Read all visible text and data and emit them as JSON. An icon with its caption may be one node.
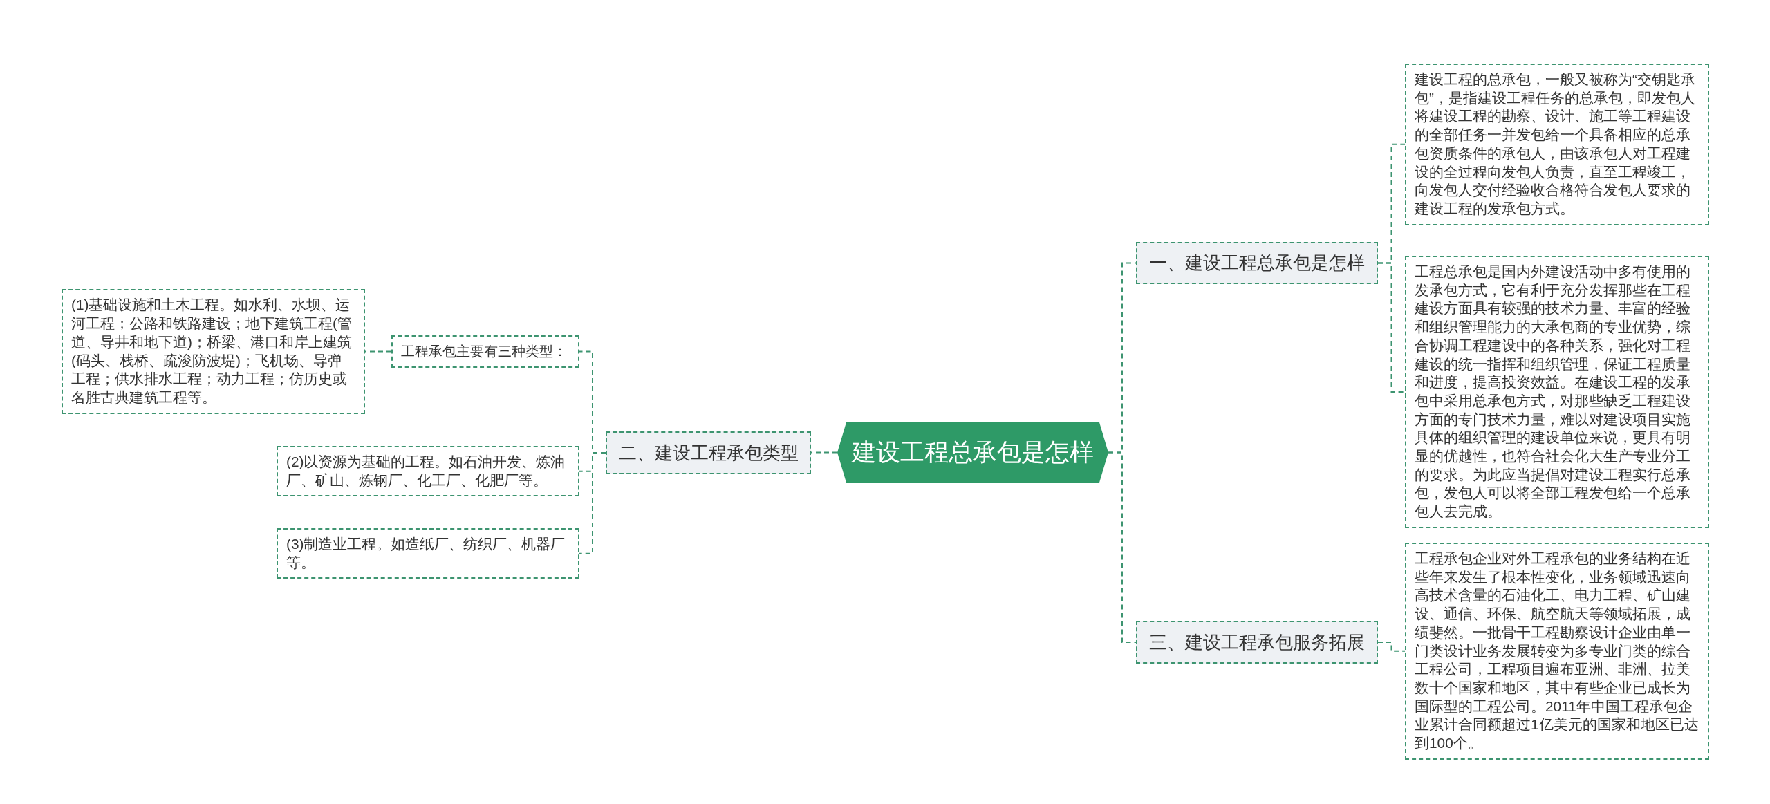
{
  "diagram": {
    "nodes": [
      {
        "text": [
          "建设工程总承包是怎样"
        ]
      },
      {
        "text": [
          "一、建设工程总承包是怎样"
        ]
      },
      {
        "text": [
          "建设工程的总承包，一般又被称为“交钥匙承包”，是指建设工程任务的总承包，即发包人将建设工程的勘察、设计、施工等工程建设的全部任务一并发包给一个具备相应的总承包资质条件的承包人，由该承包人对工程建设的全过程向发包人负责，直至工程竣工，向发包人交付经验收合格符合发包人要求的建设工程的发承包方式。"
        ]
      },
      {
        "text": [
          "工程总承包是国内外建设活动中多有使用的发承包方式，它有利于充分发挥那些在工程建设方面具有较强的技术力量、丰富的经验和组织管理能力的大承包商的专业优势，综合协调工程建设中的各种关系，强化对工程建设的统一指挥和组织管理，保证工程质量和进度，提高投资效益。在建设工程的发承包中采用总承包方式，对那些缺乏工程建设方面的专门技术力量，难以对建设项目实施具体的组织管理的建设单位来说，更具有明显的优越性，也符合社会化大生产专业分工的要求。为此应当提倡对建设工程实行总承包，发包人可以将全部工程发包给一个总承包人去完成。"
        ]
      },
      {
        "text": [
          "三、建设工程承包服务拓展"
        ]
      },
      {
        "text": [
          "工程承包企业对外工程承包的业务结构在近些年来发生了根本性变化，业务领域迅速向高技术含量的石油化工、电力工程、矿山建设、通信、环保、航空航天等领域拓展，成绩斐然。一批骨干工程勘察设计企业由单一门类设计业务发展转变为多专业门类的综合工程公司，工程项目遍布亚洲、非洲、拉美数十个国家和地区，其中有些企业已成长为国际型的工程公司。2011年中国工程承包企业累计合同额超过1亿美元的国家和地区已达到100个。"
        ]
      },
      {
        "text": [
          "二、建设工程承包类型"
        ]
      },
      {
        "text": [
          "工程承包主要有三种类型："
        ]
      },
      {
        "text": [
          "(1)基础设施和土木工程。如水利、水坝、运河工程；公路和铁路建设；地下建筑工程(管道、导井和地下道)；桥梁、港口和岸上建筑(码头、栈桥、疏浚防波堤)；飞机场、导弹工程；供水排水工程；动力工程；仿历史或名胜古典建筑工程等。"
        ]
      },
      {
        "text": [
          "(2)以资源为基础的工程。如石油开发、炼油厂、矿山、炼钢厂、化工厂、化肥厂等。"
        ]
      },
      {
        "text": [
          "(3)制造业工程。如造纸厂、纺织厂、机器厂等。"
        ]
      }
    ],
    "edges": [
      {
        "from": 0,
        "to": 1,
        "arrow": "none"
      },
      {
        "from": 1,
        "to": 2,
        "arrow": "none"
      },
      {
        "from": 1,
        "to": 3,
        "arrow": "none"
      },
      {
        "from": 0,
        "to": 4,
        "arrow": "none"
      },
      {
        "from": 4,
        "to": 5,
        "arrow": "none"
      },
      {
        "from": 0,
        "to": 6,
        "arrow": "none"
      },
      {
        "from": 6,
        "to": 7,
        "arrow": "none"
      },
      {
        "from": 7,
        "to": 8,
        "arrow": "none"
      },
      {
        "from": 6,
        "to": 9,
        "arrow": "none"
      },
      {
        "from": 6,
        "to": 10,
        "arrow": "none"
      }
    ]
  }
}
